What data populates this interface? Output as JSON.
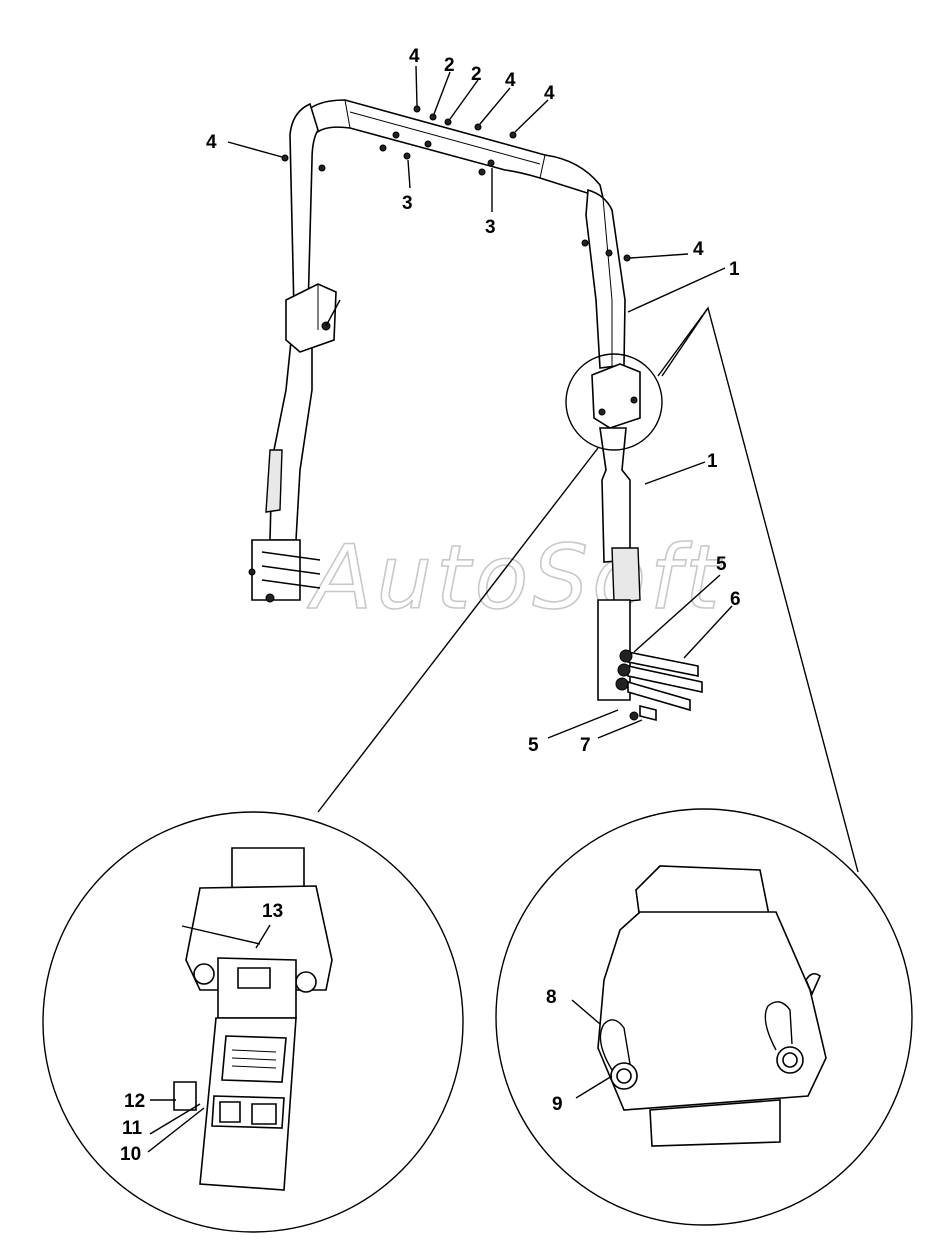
{
  "watermark": "AutoSoft",
  "callouts": {
    "c4a": "4",
    "c2a": "2",
    "c2b": "2",
    "c4b": "4",
    "c4c": "4",
    "c4d": "4",
    "c3a": "3",
    "c3b": "3",
    "c4e": "4",
    "c1a": "1",
    "c1b": "1",
    "c5a": "5",
    "c6": "6",
    "c5b": "5",
    "c7": "7",
    "c13": "13",
    "c12": "12",
    "c11": "11",
    "c10": "10",
    "c8": "8",
    "c9": "9"
  }
}
